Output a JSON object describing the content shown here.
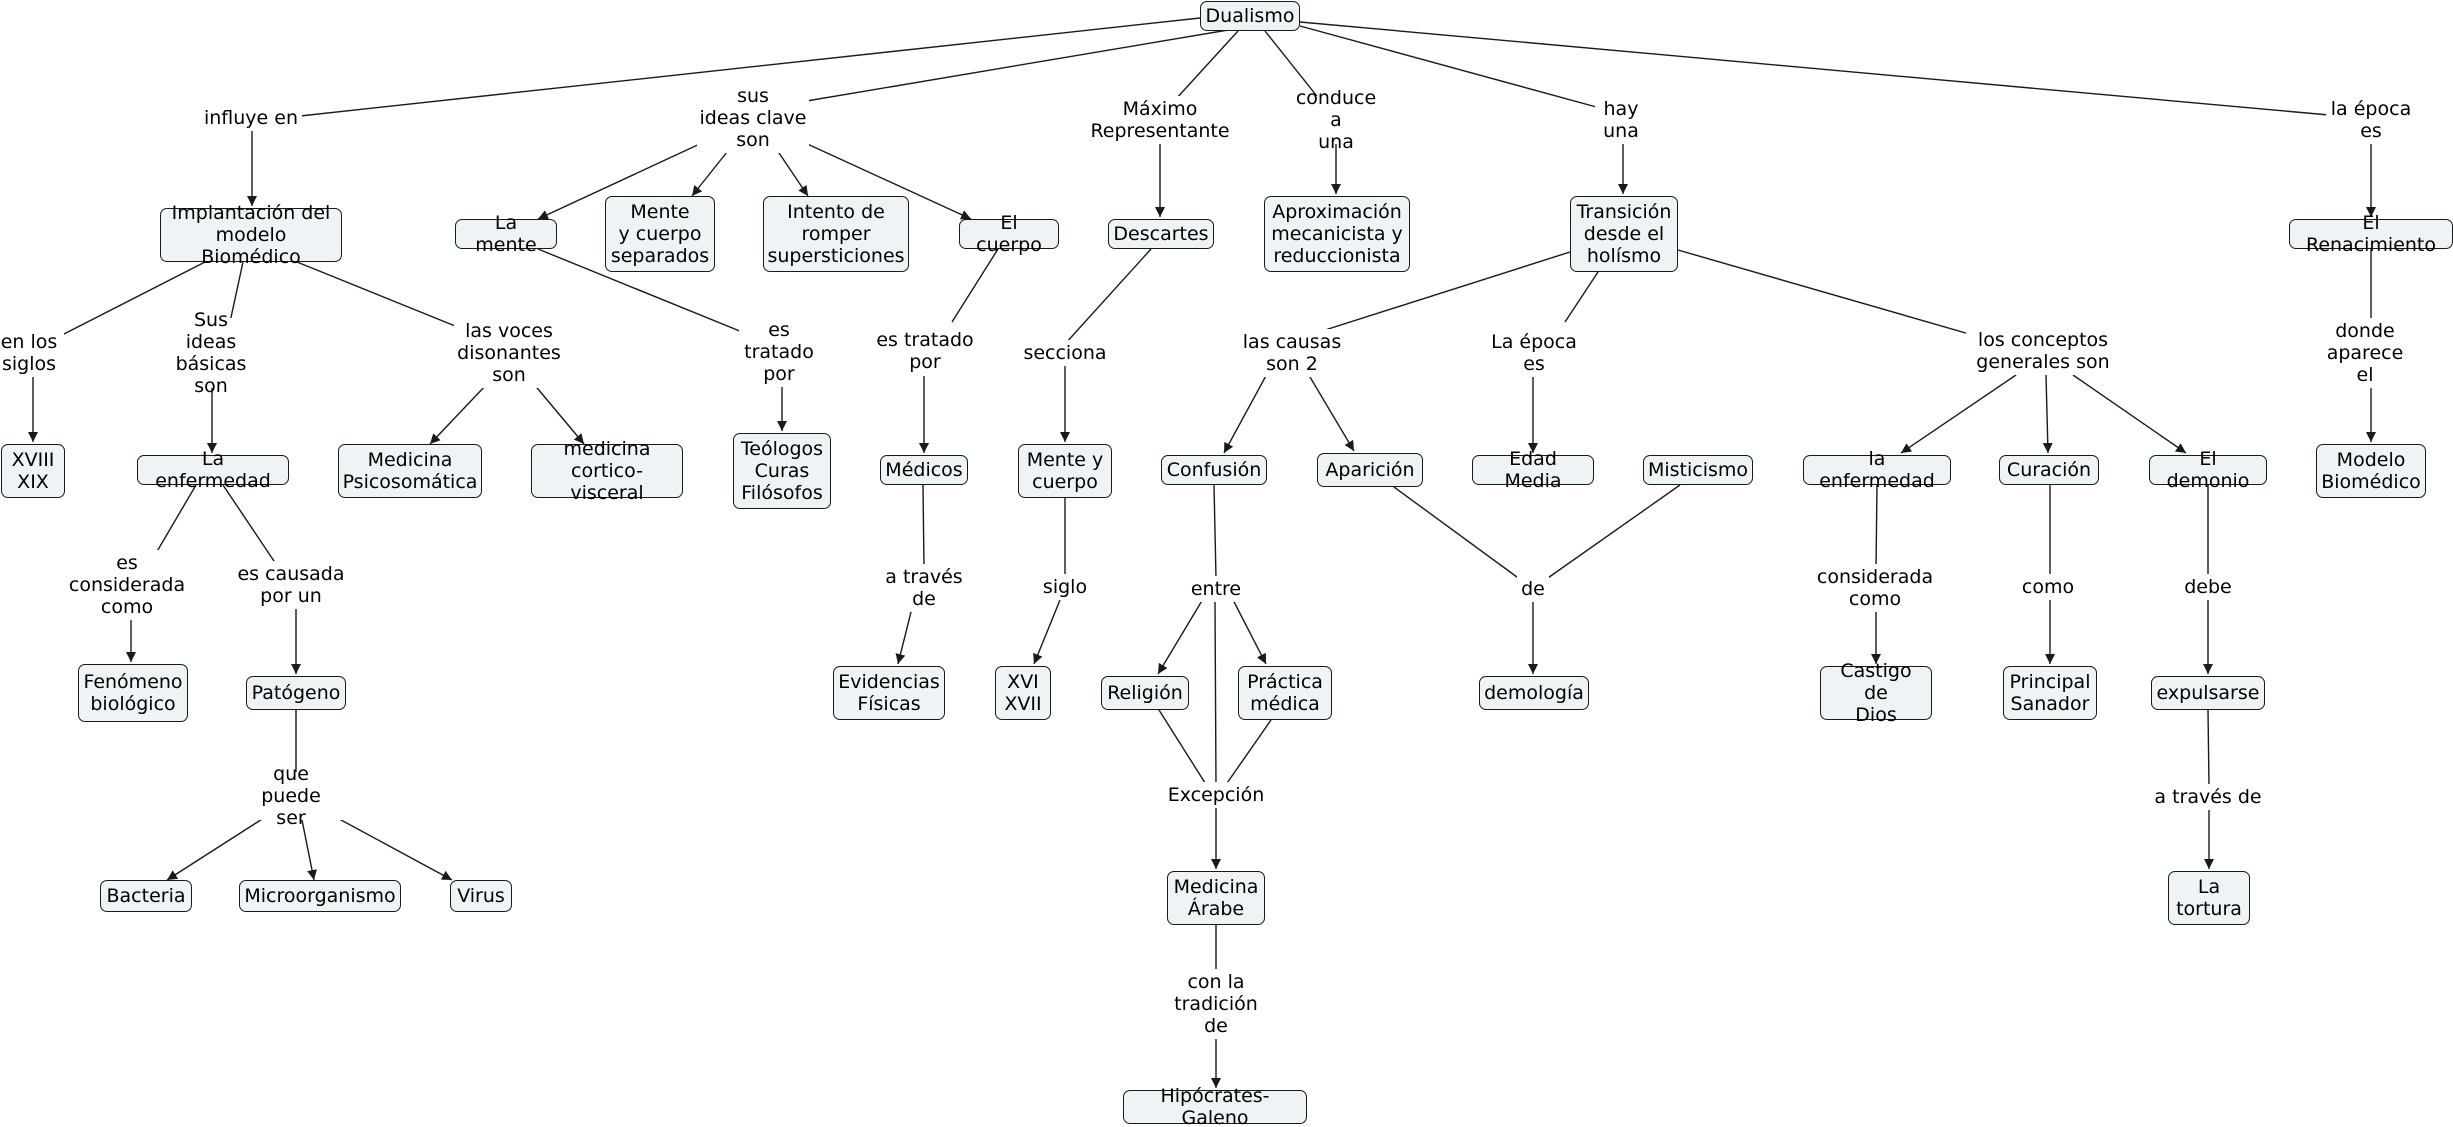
{
  "map": {
    "line_color": "#1a1a1a",
    "node_fill": "#eef3f5",
    "nodes": [
      {
        "id": "n1",
        "text": "Dualismo"
      },
      {
        "id": "n2",
        "text": "Implantación del\nmodelo Biomédico"
      },
      {
        "id": "n3",
        "text": "La mente"
      },
      {
        "id": "n4",
        "text": "Mente\ny cuerpo\nseparados"
      },
      {
        "id": "n5",
        "text": "Intento de\nromper\nsupersticiones"
      },
      {
        "id": "n6",
        "text": "El cuerpo"
      },
      {
        "id": "n7",
        "text": "Descartes"
      },
      {
        "id": "n8",
        "text": "Aproximación\nmecanicista y\nreduccionista"
      },
      {
        "id": "n9",
        "text": "Transición\ndesde el\nholísmo"
      },
      {
        "id": "n10",
        "text": "El Renacimiento"
      },
      {
        "id": "n11",
        "text": "XVIII\nXIX"
      },
      {
        "id": "n12",
        "text": "La enfermedad"
      },
      {
        "id": "n13",
        "text": "Medicina\nPsicosomática"
      },
      {
        "id": "n14",
        "text": "medicina\ncortico-visceral"
      },
      {
        "id": "n15",
        "text": "Teólogos\nCuras\nFilósofos"
      },
      {
        "id": "n16",
        "text": "Médicos"
      },
      {
        "id": "n17",
        "text": "Mente y\ncuerpo"
      },
      {
        "id": "n18",
        "text": "Confusión"
      },
      {
        "id": "n19",
        "text": "Aparición"
      },
      {
        "id": "n20",
        "text": "Edad Media"
      },
      {
        "id": "n21",
        "text": "Misticismo"
      },
      {
        "id": "n22",
        "text": "la enfermedad"
      },
      {
        "id": "n23",
        "text": "Curación"
      },
      {
        "id": "n24",
        "text": "El demonio"
      },
      {
        "id": "n25",
        "text": "Modelo\nBiomédico"
      },
      {
        "id": "n26",
        "text": "Fenómeno\nbiológico"
      },
      {
        "id": "n27",
        "text": "Patógeno"
      },
      {
        "id": "n28",
        "text": "Evidencias\nFísicas"
      },
      {
        "id": "n29",
        "text": "XVI\nXVII"
      },
      {
        "id": "n30",
        "text": "Religión"
      },
      {
        "id": "n31",
        "text": "Práctica\nmédica"
      },
      {
        "id": "n32",
        "text": "demología"
      },
      {
        "id": "n33",
        "text": "Castigo de\nDios"
      },
      {
        "id": "n34",
        "text": "Principal\nSanador"
      },
      {
        "id": "n35",
        "text": "expulsarse"
      },
      {
        "id": "n36",
        "text": "Bacteria"
      },
      {
        "id": "n37",
        "text": "Microorganismo"
      },
      {
        "id": "n38",
        "text": "Virus"
      },
      {
        "id": "n39",
        "text": "Medicina\nÁrabe"
      },
      {
        "id": "n40",
        "text": "Hipócrates-Galeno"
      },
      {
        "id": "n41",
        "text": "La\ntortura"
      }
    ],
    "labels": [
      {
        "id": "l1",
        "text": "influye en"
      },
      {
        "id": "l2",
        "text": "sus\nideas clave\nson"
      },
      {
        "id": "l3",
        "text": "Máximo\nRepresentante"
      },
      {
        "id": "l4",
        "text": "conduce a\nuna"
      },
      {
        "id": "l5",
        "text": "hay\nuna"
      },
      {
        "id": "l6",
        "text": "la época\nes"
      },
      {
        "id": "l7",
        "text": "en los\nsiglos"
      },
      {
        "id": "l8",
        "text": "Sus ideas\nbásicas\nson"
      },
      {
        "id": "l9",
        "text": "las voces\ndisonantes\nson"
      },
      {
        "id": "l10",
        "text": "es\ntratado\npor"
      },
      {
        "id": "l11",
        "text": "es tratado\npor"
      },
      {
        "id": "l12",
        "text": "secciona"
      },
      {
        "id": "l13",
        "text": "las causas\nson 2"
      },
      {
        "id": "l14",
        "text": "La época\nes"
      },
      {
        "id": "l15",
        "text": "los conceptos\ngenerales son"
      },
      {
        "id": "l16",
        "text": "donde\naparece\nel"
      },
      {
        "id": "l17",
        "text": "es\nconsiderada\ncomo"
      },
      {
        "id": "l18",
        "text": "es causada\npor un"
      },
      {
        "id": "l19",
        "text": "a través\nde"
      },
      {
        "id": "l20",
        "text": "siglo"
      },
      {
        "id": "l21",
        "text": "entre"
      },
      {
        "id": "l22",
        "text": "de"
      },
      {
        "id": "l23",
        "text": "considerada\ncomo"
      },
      {
        "id": "l24",
        "text": "como"
      },
      {
        "id": "l25",
        "text": "debe"
      },
      {
        "id": "l26",
        "text": "que puede\nser"
      },
      {
        "id": "l27",
        "text": "Excepción"
      },
      {
        "id": "l28",
        "text": "a través de"
      },
      {
        "id": "l29",
        "text": "con la\ntradición\nde"
      }
    ]
  }
}
